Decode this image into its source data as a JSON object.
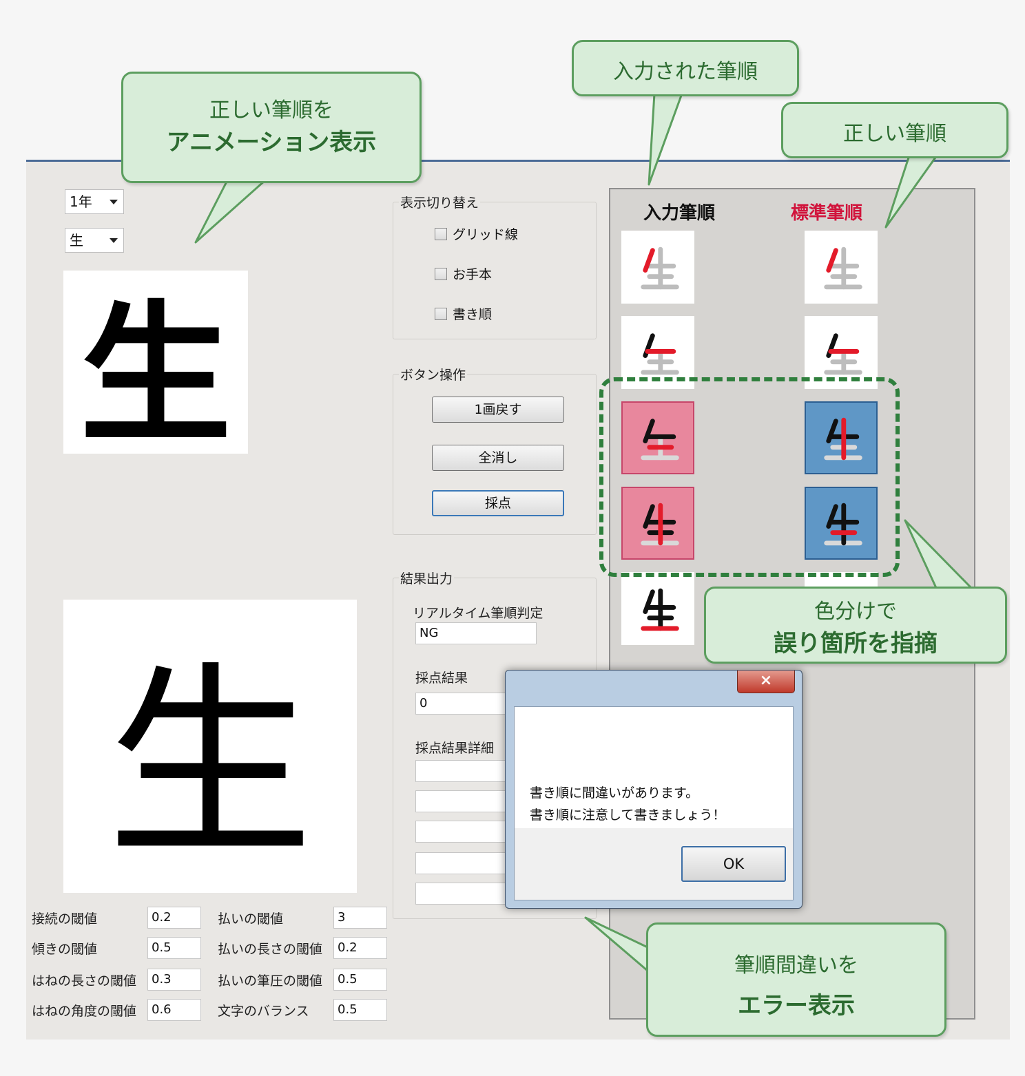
{
  "app": {
    "grade_select": "1年",
    "kanji_select": "生",
    "reference_kanji": "生",
    "canvas_kanji": "生"
  },
  "display_toggle": {
    "title": "表示切り替え",
    "grid": "グリッド線",
    "model": "お手本",
    "stroke_order": "書き順"
  },
  "button_ops": {
    "title": "ボタン操作",
    "undo": "1画戻す",
    "clear": "全消し",
    "score": "採点"
  },
  "results": {
    "title": "結果出力",
    "realtime_label": "リアルタイム筆順判定",
    "realtime_value": "NG",
    "score_label": "採点結果",
    "score_value": "0",
    "detail_label": "採点結果詳細"
  },
  "thresholds": [
    {
      "label": "接続の閾値",
      "value": "0.2",
      "label2": "払いの閾値",
      "value2": "3"
    },
    {
      "label": "傾きの閾値",
      "value": "0.5",
      "label2": "払いの長さの閾値",
      "value2": "0.2"
    },
    {
      "label": "はねの長さの閾値",
      "value": "0.3",
      "label2": "払いの筆圧の閾値",
      "value2": "0.5"
    },
    {
      "label": "はねの角度の閾値",
      "value": "0.6",
      "label2": "文字のバランス",
      "value2": "0.5"
    }
  ],
  "stroke_panel": {
    "input_header": "入力筆順",
    "standard_header": "標準筆順",
    "glyph": "生"
  },
  "dialog": {
    "close": "×",
    "line1": "書き順に間違いがあります。",
    "line2": "書き順に注意して書きましょう！",
    "ok": "OK"
  },
  "callouts": {
    "animation_l1": "正しい筆順を",
    "animation_l2": "アニメーション表示",
    "input_order": "入力された筆順",
    "correct_order": "正しい筆順",
    "color_l1": "色分けで",
    "color_l2": "誤り箇所を指摘",
    "error_l1": "筆順間違いを",
    "error_l2": "エラー表示"
  },
  "colors": {
    "standard_header": "#d1143c",
    "callout_fill": "#d8edd9",
    "callout_text": "#2c6b30",
    "pink_cell": "#e8879d",
    "blue_cell": "#5f97c6"
  }
}
